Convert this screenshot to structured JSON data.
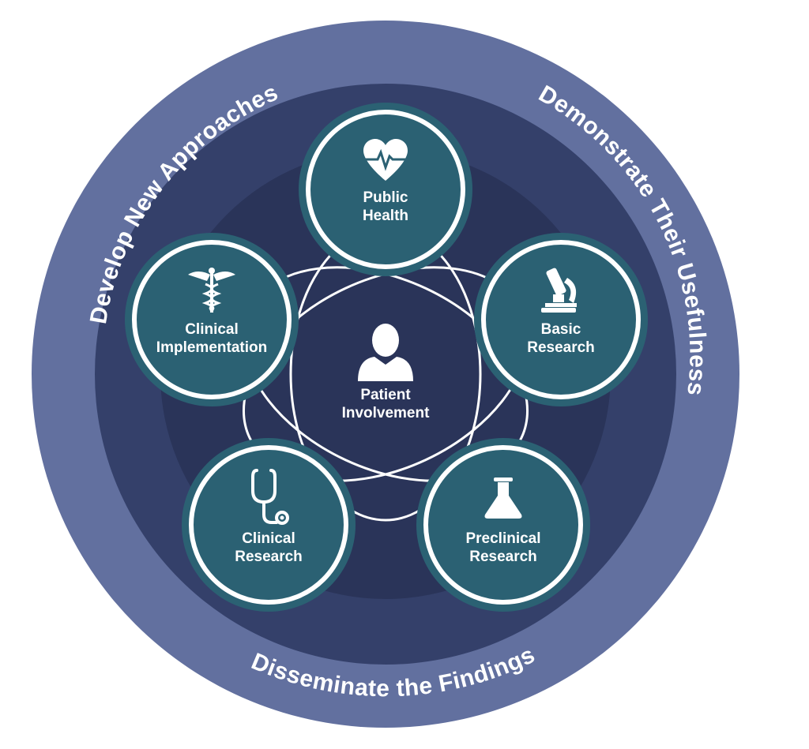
{
  "ring_labels": {
    "top_left": "Develop New Approaches",
    "top_right": "Demonstrate Their Usefulness",
    "bottom": "Disseminate the Findings"
  },
  "center": {
    "line1": "Patient",
    "line2": "Involvement",
    "icon": "person-icon"
  },
  "nodes": [
    {
      "id": "public-health",
      "line1": "Public",
      "line2": "Health",
      "icon": "heart-pulse-icon"
    },
    {
      "id": "basic-research",
      "line1": "Basic",
      "line2": "Research",
      "icon": "microscope-icon"
    },
    {
      "id": "preclinical-research",
      "line1": "Preclinical",
      "line2": "Research",
      "icon": "flask-icon"
    },
    {
      "id": "clinical-research",
      "line1": "Clinical",
      "line2": "Research",
      "icon": "stethoscope-icon"
    },
    {
      "id": "clinical-implementation",
      "line1": "Clinical",
      "line2": "Implementation",
      "icon": "caduceus-icon"
    }
  ],
  "colors": {
    "outer_ring": "#62709f",
    "mid_ring": "#34406a",
    "inner_disc": "#2a3459",
    "node_fill": "#2b6173",
    "node_border": "#2b6173",
    "node_white_ring": "#ffffff",
    "text": "#ffffff"
  }
}
